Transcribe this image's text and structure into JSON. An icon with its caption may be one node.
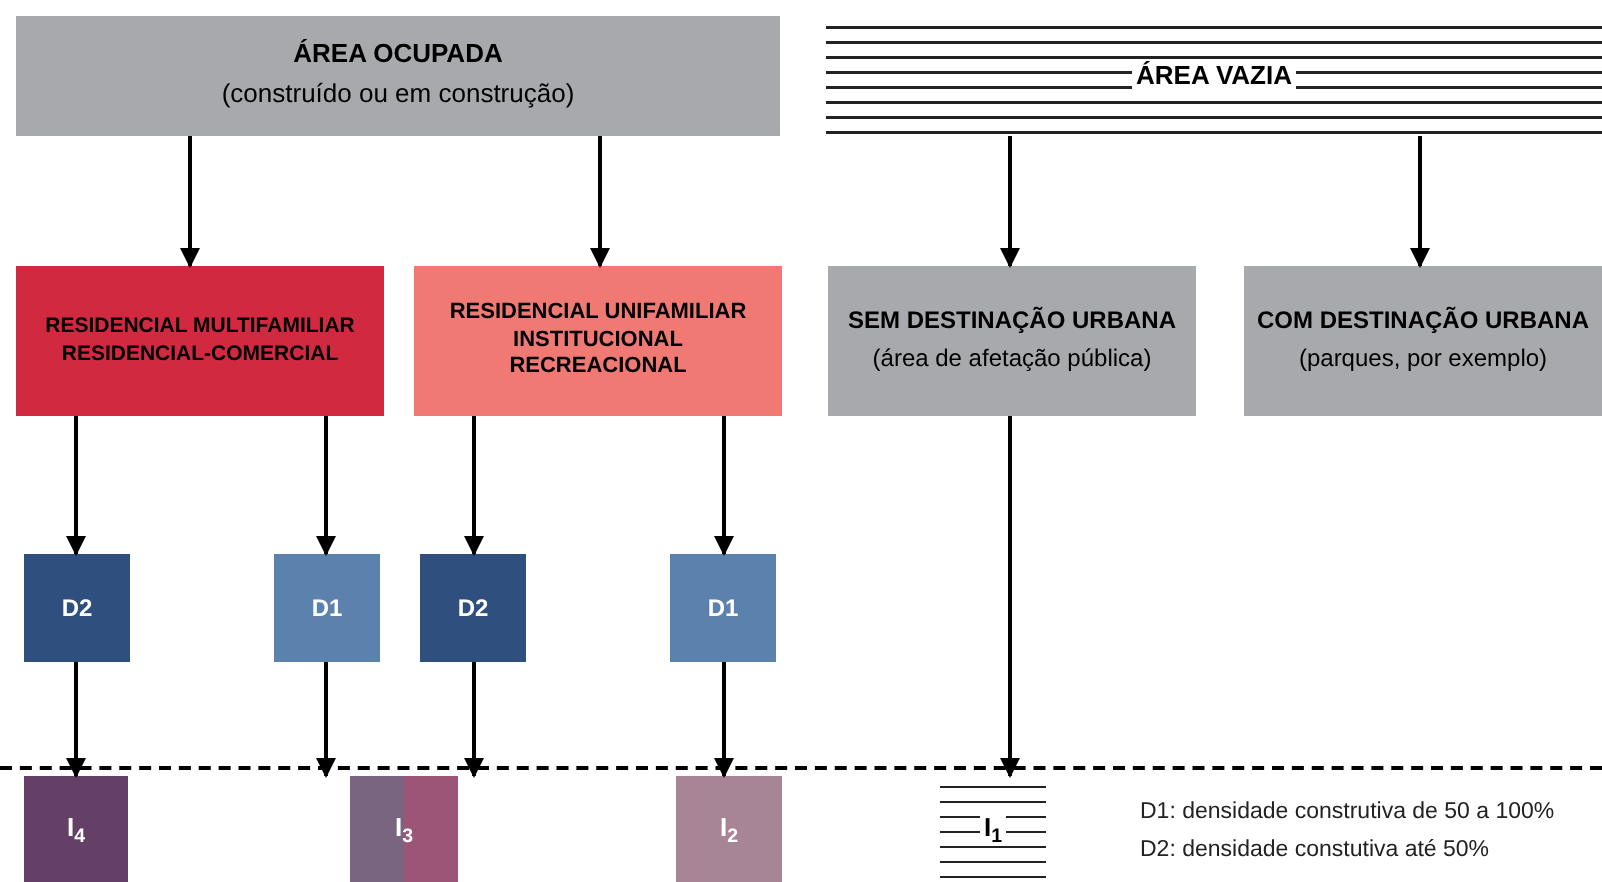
{
  "diagram": {
    "nodes": [
      {
        "text": [
          "ÁREA OCUPADA",
          "(construído ou em construção)"
        ]
      },
      {
        "text": [
          "ÁREA VAZIA"
        ]
      },
      {
        "text": [
          "RESIDENCIAL MULTIFAMILIAR RESIDENCIAL-COMERCIAL"
        ]
      },
      {
        "text": [
          "RESIDENCIAL UNIFAMILIAR INSTITUCIONAL RECREACIONAL"
        ]
      },
      {
        "text": [
          "SEM DESTINAÇÃO URBANA",
          "(área de afetação pública)"
        ]
      },
      {
        "text": [
          "COM DESTINAÇÃO URBANA",
          "(parques, por exemplo)"
        ]
      },
      {
        "text": [
          "D2"
        ]
      },
      {
        "text": [
          "D1"
        ]
      },
      {
        "text": [
          "D2"
        ]
      },
      {
        "text": [
          "D1"
        ]
      },
      {
        "text": [
          "I$_{4}$"
        ]
      },
      {
        "text": [
          "I$_{3}$"
        ]
      },
      {
        "text": [
          "I$_{2}$"
        ]
      },
      {
        "text": [
          "I$_{1}$"
        ]
      }
    ],
    "edges": [
      {
        "from": 0,
        "to": 2,
        "arrow": "to"
      },
      {
        "from": 0,
        "to": 3,
        "arrow": "to"
      },
      {
        "from": 1,
        "to": 4,
        "arrow": "to"
      },
      {
        "from": 1,
        "to": 5,
        "arrow": "to"
      },
      {
        "from": 2,
        "to": 6,
        "arrow": "to"
      },
      {
        "from": 2,
        "to": 7,
        "arrow": "to"
      },
      {
        "from": 3,
        "to": 8,
        "arrow": "to"
      },
      {
        "from": 3,
        "to": 9,
        "arrow": "to"
      },
      {
        "from": 6,
        "to": 10,
        "arrow": "to"
      },
      {
        "from": 7,
        "to": 11,
        "arrow": "to"
      },
      {
        "from": 8,
        "to": 11,
        "arrow": "to"
      },
      {
        "from": 9,
        "to": 12,
        "arrow": "to"
      },
      {
        "from": 4,
        "to": 13,
        "arrow": "to"
      }
    ],
    "labels": [
      "D1: densidade construtiva de 50 a 100%",
      "D2: densidade constutiva até 50%"
    ]
  }
}
